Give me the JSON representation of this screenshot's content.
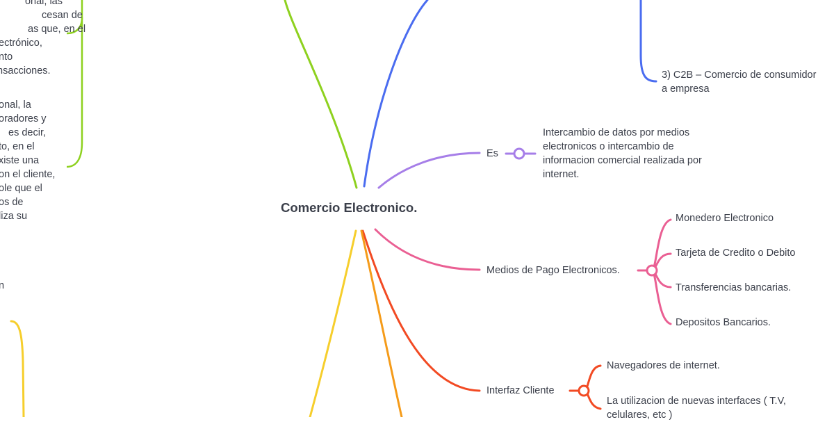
{
  "mindmap": {
    "root": {
      "label": "Comercio Electronico."
    },
    "colors": {
      "green": "#8ed11f",
      "blue": "#4a6cf0",
      "purple": "#a67ee8",
      "pink": "#ea5f93",
      "red": "#f24a23",
      "orange": "#f59b19",
      "yellow": "#f6ce2c"
    },
    "branches": {
      "types": {
        "c2b": {
          "line1": "3) C2B – Comercio de consumidor",
          "line2": "a empresa"
        }
      },
      "es": {
        "label": "Es",
        "child": "Intercambio de datos por medios electronicos o intercambio de informacion comercial realizada por internet."
      },
      "payment": {
        "label": "Medios de Pago Electronicos.",
        "children": [
          "Monedero Electronico",
          "Tarjeta de Credito o Debito",
          "Transferencias bancarias.",
          "Depositos Bancarios."
        ]
      },
      "interface": {
        "label": "Interfaz Cliente",
        "children": [
          "Navegadores de internet.",
          "La utilizacion de nuevas interfaces ( T.V, celulares, etc )"
        ]
      },
      "left_text": {
        "block1": [
          "onal, las",
          "cesan de",
          "as que, en el",
          "ectrónico,",
          "nto",
          "nsacciones."
        ],
        "block2": [
          "onal, la",
          "oradores y",
          "es decir,",
          "to, en el",
          "xiste una",
          "on el cliente,",
          "ole que el",
          "os de",
          "liza su"
        ],
        "fragment": "n"
      }
    }
  }
}
